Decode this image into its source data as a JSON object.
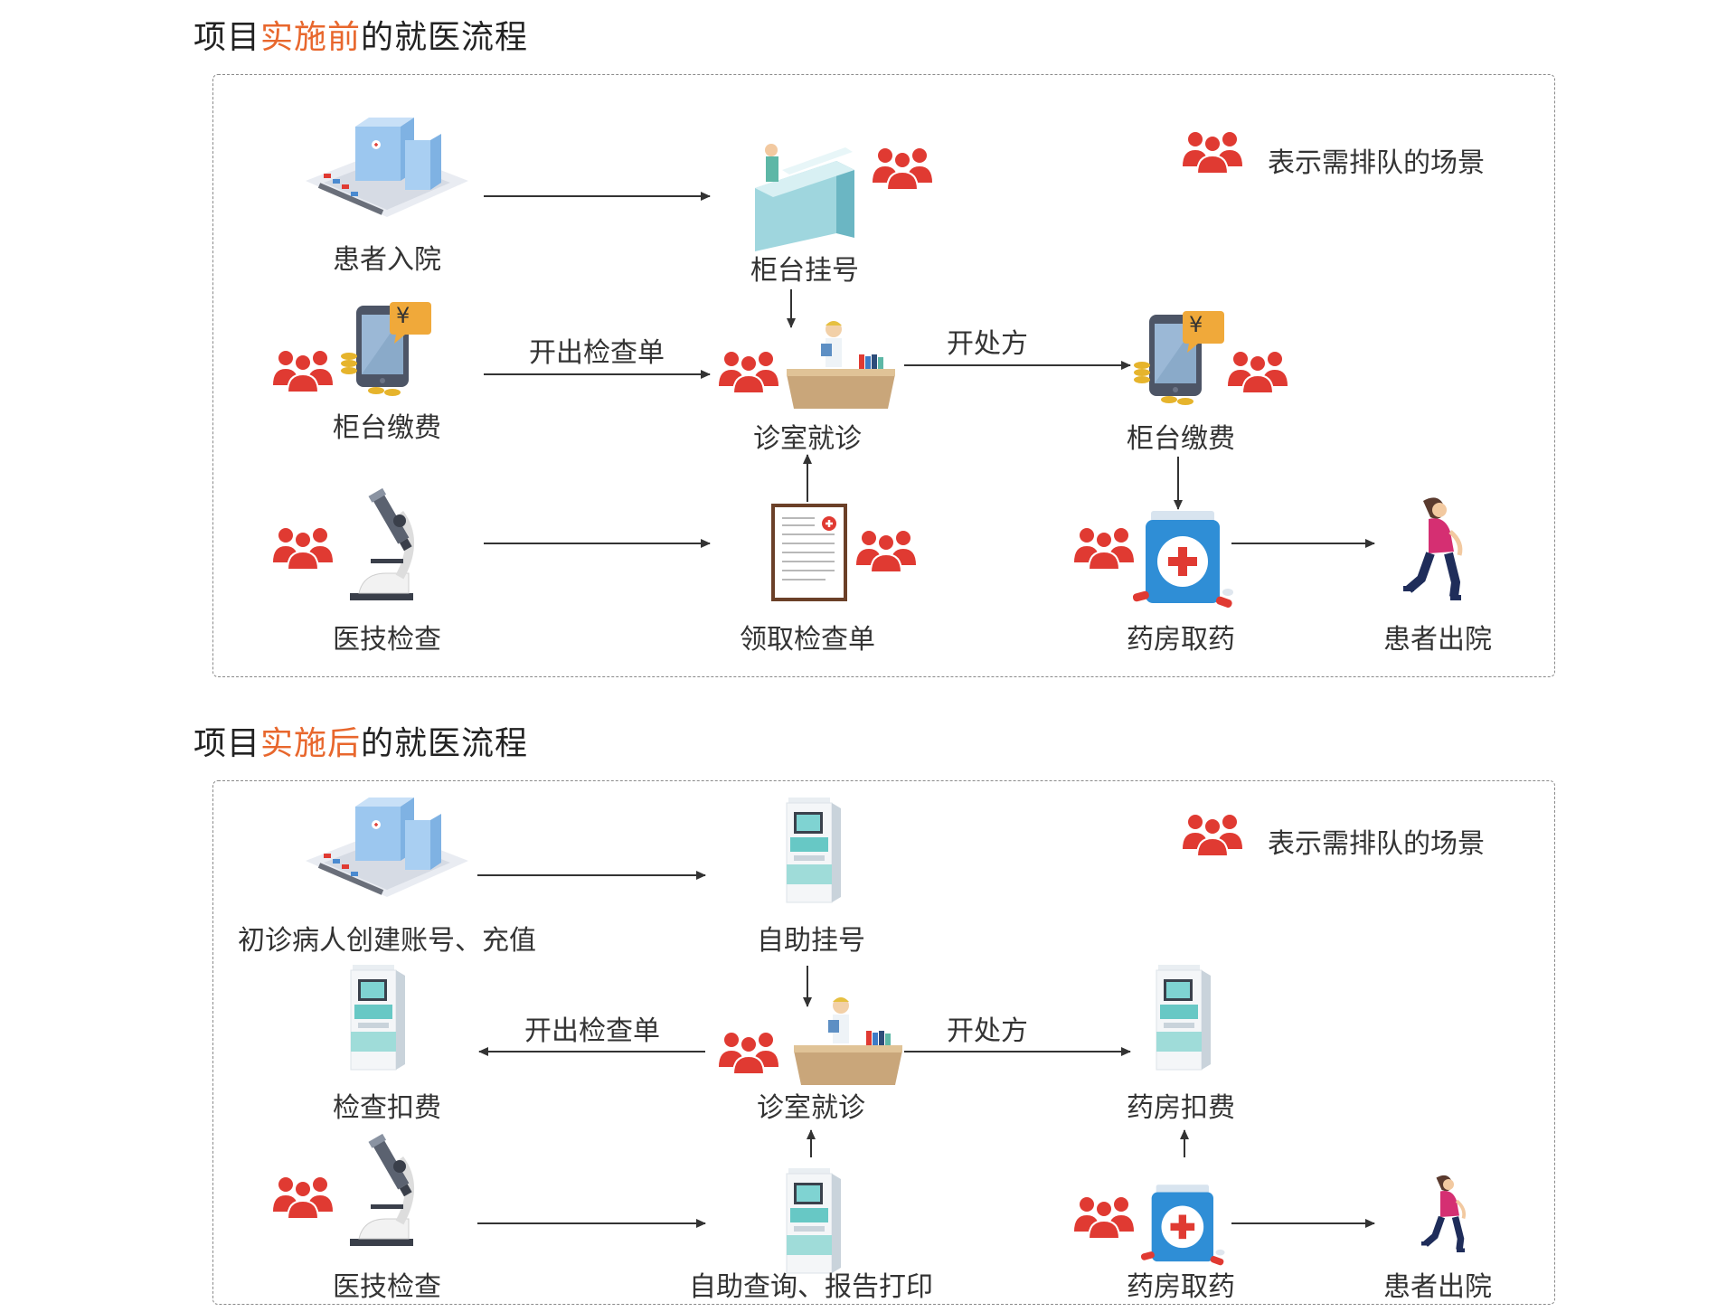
{
  "before": {
    "title_prefix": "项目",
    "title_highlight": "实施前",
    "title_suffix": "的就医流程",
    "legend": "表示需排队的场景",
    "nodes": {
      "admit": "患者入院",
      "register": "柜台挂号",
      "pay1": "柜台缴费",
      "consult": "诊室就诊",
      "pay2": "柜台缴费",
      "exam": "医技检查",
      "collect": "领取检查单",
      "pharmacy": "药房取药",
      "discharge": "患者出院"
    },
    "edges": {
      "order_exam": "开出检查单",
      "prescribe": "开处方"
    },
    "yen": "¥"
  },
  "after": {
    "title_prefix": "项目",
    "title_highlight": "实施后",
    "title_suffix": "的就医流程",
    "legend": "表示需排队的场景",
    "nodes": {
      "account": "初诊病人创建账号、充值",
      "self_register": "自助挂号",
      "exam_pay": "检查扣费",
      "consult": "诊室就诊",
      "pharmacy_pay": "药房扣费",
      "exam": "医技检查",
      "self_print": "自助查询、报告打印",
      "pharmacy": "药房取药",
      "discharge": "患者出院"
    },
    "edges": {
      "order_exam": "开出检查单",
      "prescribe": "开处方"
    }
  },
  "colors": {
    "highlight": "#e8672d",
    "queue_red": "#e03a32",
    "arrow": "#333333",
    "border": "#8a8a8a"
  },
  "icons": [
    "hospital-icon",
    "registration-counter-icon",
    "payment-phone-icon",
    "doctor-desk-icon",
    "microscope-icon",
    "report-sheet-icon",
    "medicine-bottle-icon",
    "walking-patient-icon",
    "self-service-kiosk-icon",
    "queue-people-icon"
  ]
}
